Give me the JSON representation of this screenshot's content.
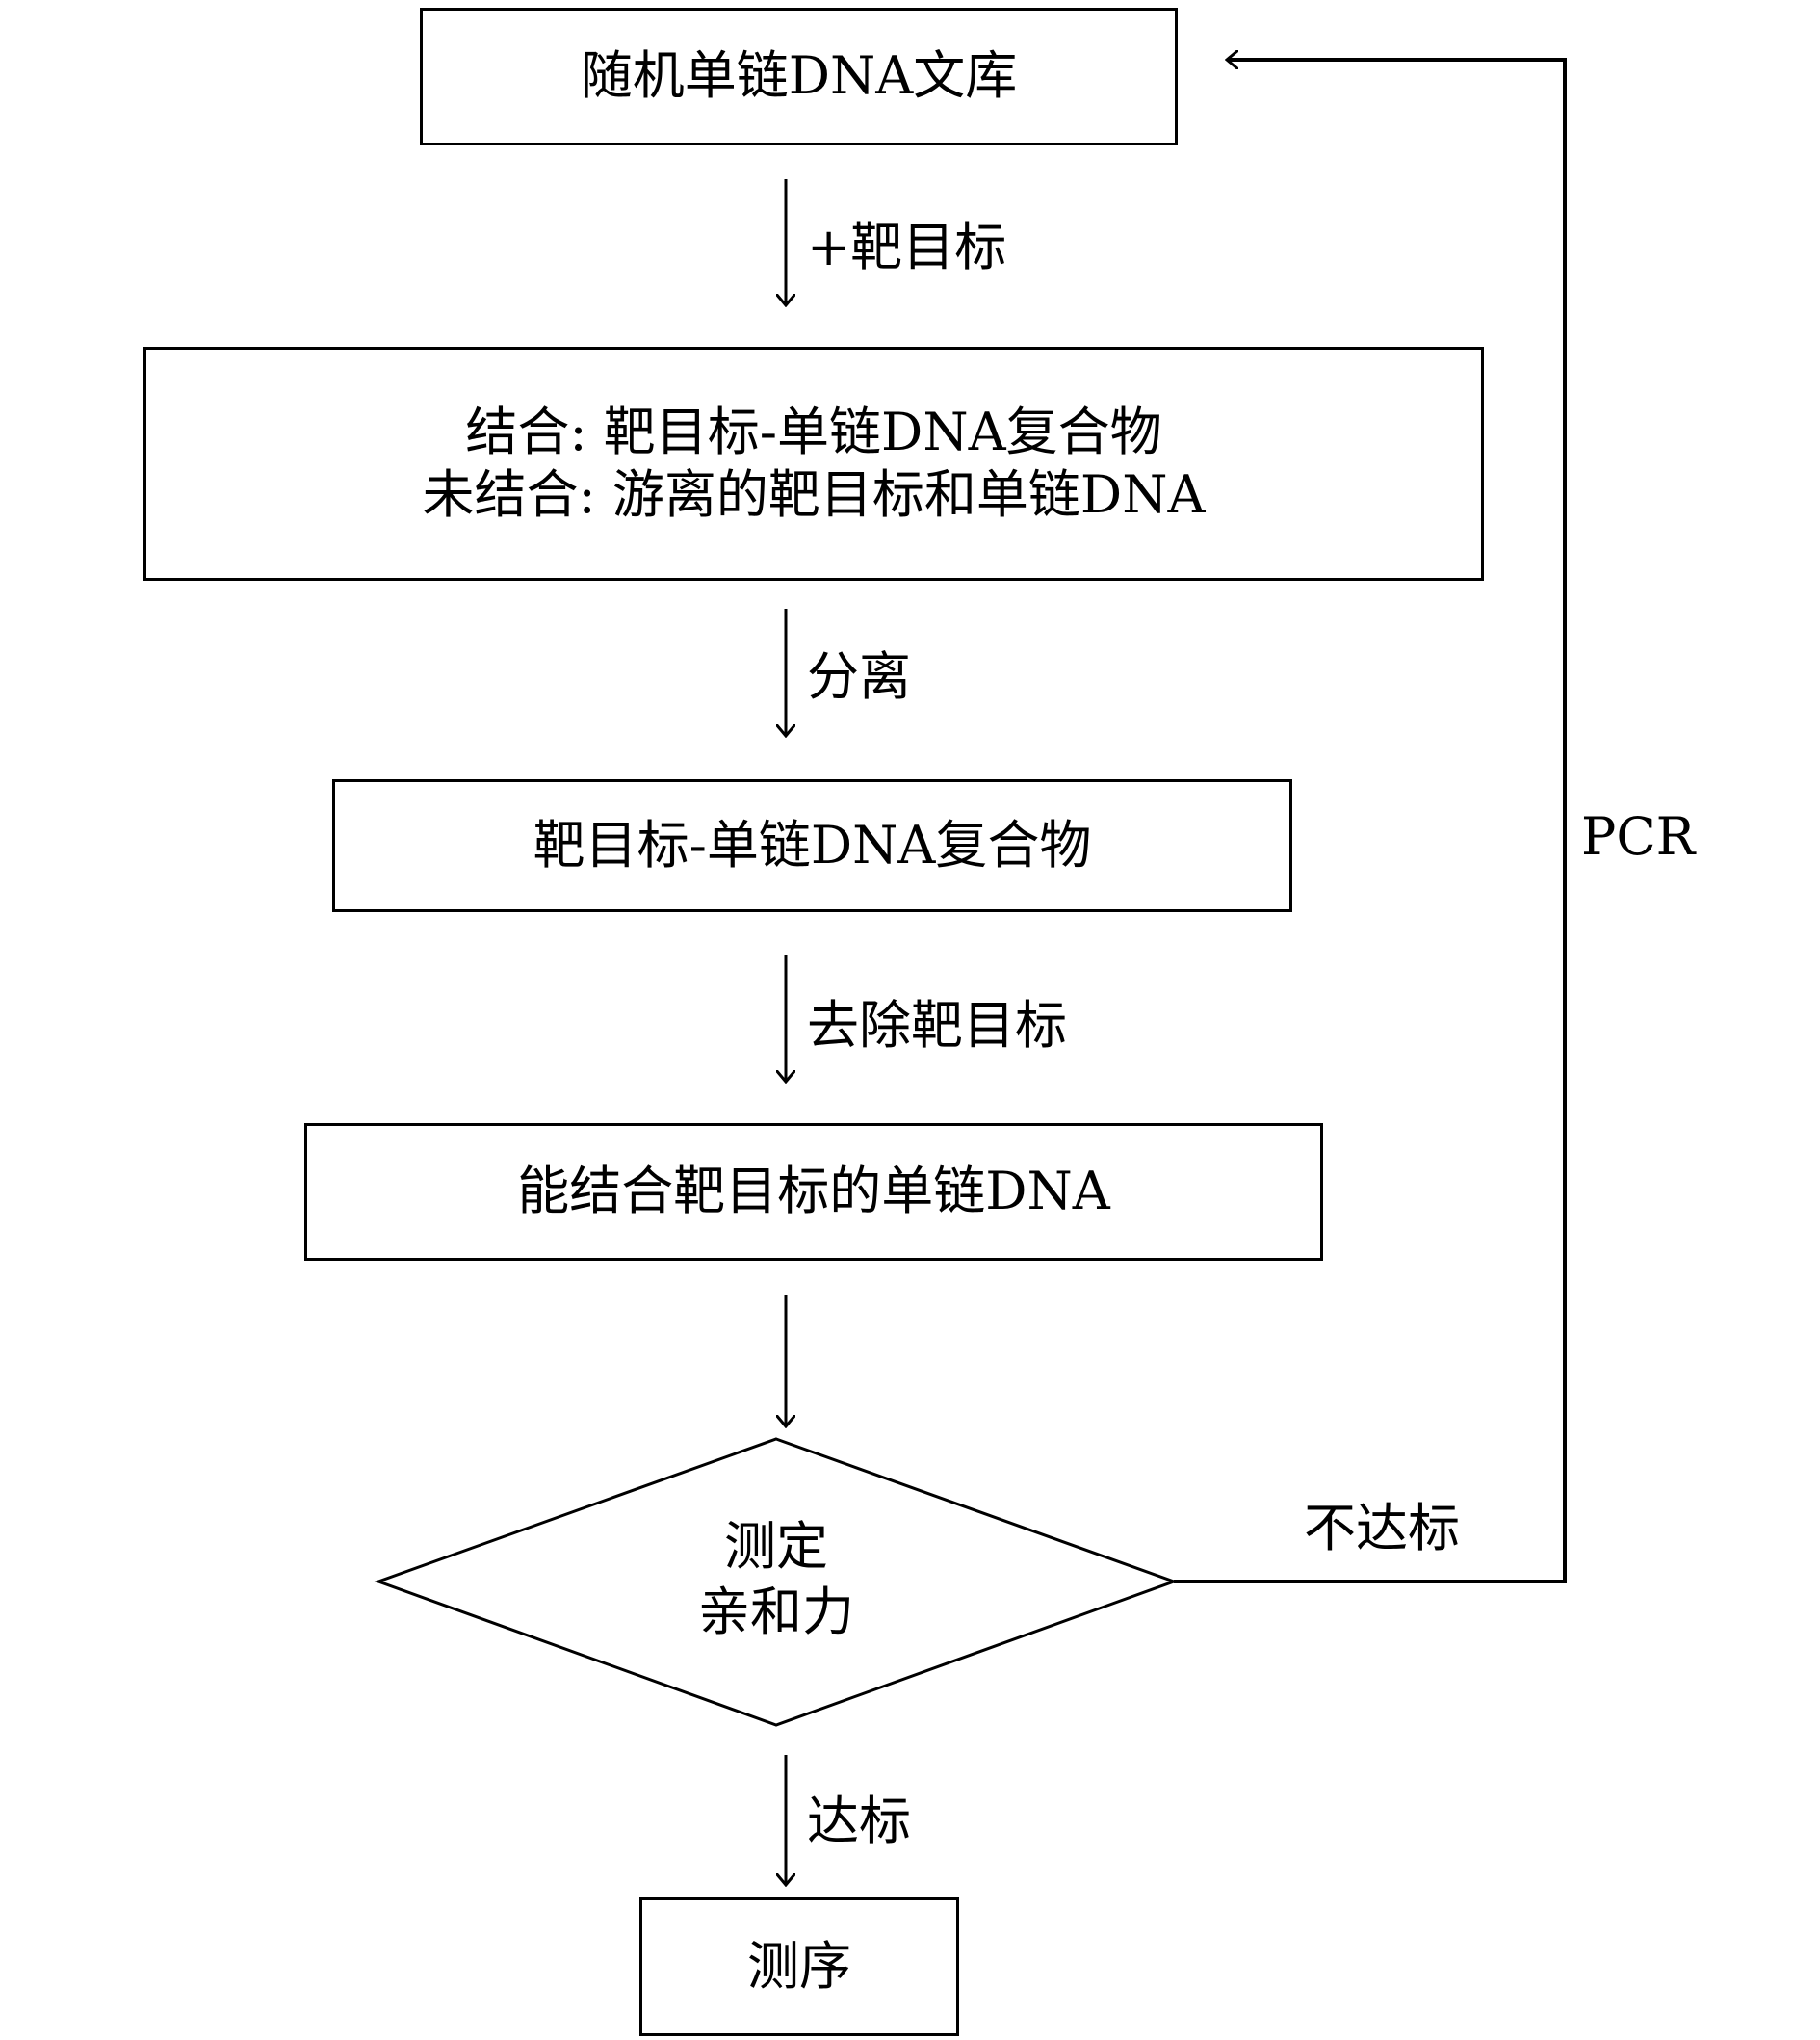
{
  "diagram": {
    "type": "flowchart",
    "nodes": {
      "library": "随机单链DNA文库",
      "binding_line1": "结合: 靶目标-单链DNA复合物",
      "binding_line2": "未结合: 游离的靶目标和单链DNA",
      "complex": "靶目标-单链DNA复合物",
      "bound_ssdna": "能结合靶目标的单链DNA",
      "decision_line1": "测定",
      "decision_line2": "亲和力",
      "sequencing": "测序"
    },
    "edges": {
      "add_target": "+靶目标",
      "separate": "分离",
      "remove_target": "去除靶目标",
      "to_decision": "",
      "pass": "达标",
      "fail": "不达标",
      "loop": "PCR"
    }
  }
}
